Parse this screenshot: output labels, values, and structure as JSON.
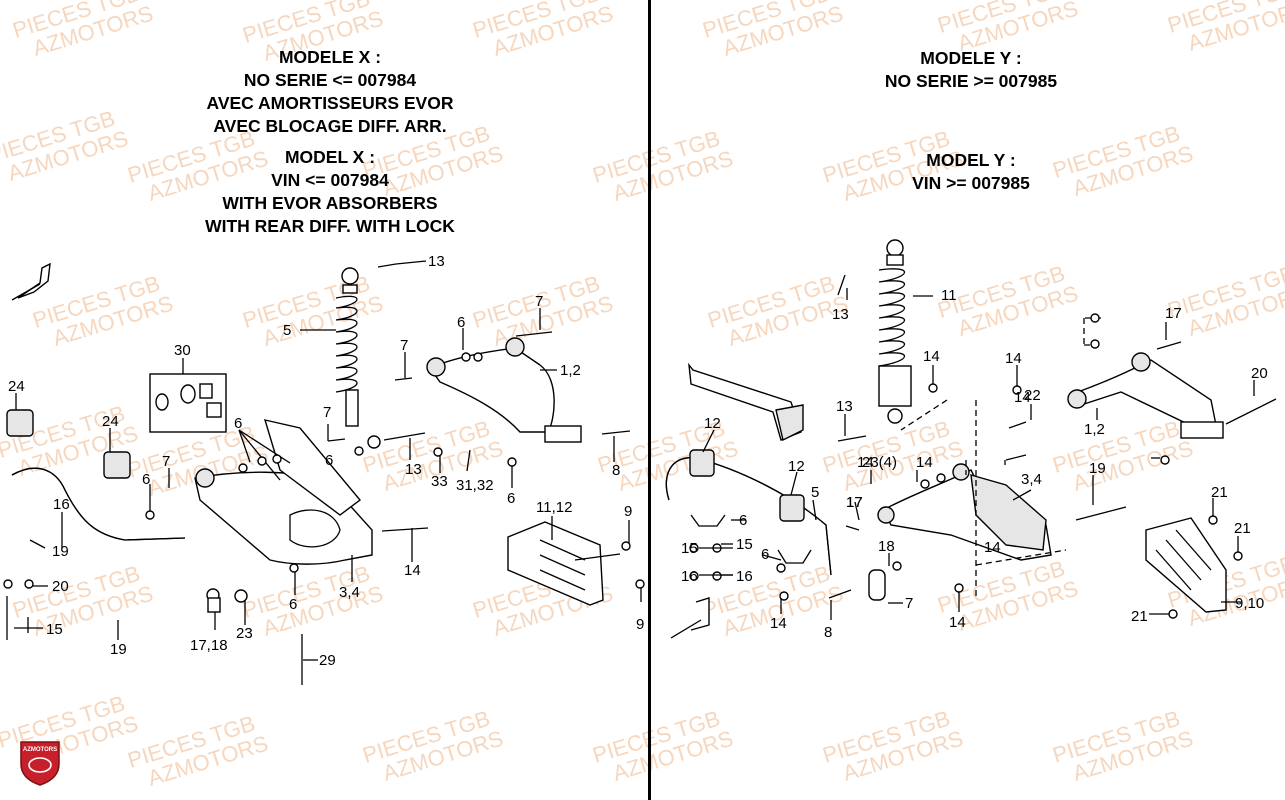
{
  "left_panel": {
    "title_fr": [
      "MODELE X :",
      "NO SERIE <= 007984",
      "AVEC AMORTISSEURS EVOR",
      "AVEC BLOCAGE DIFF. ARR."
    ],
    "title_en": [
      "MODEL X :",
      "VIN <= 007984",
      "WITH EVOR ABSORBERS",
      "WITH REAR DIFF. WITH LOCK"
    ]
  },
  "right_panel": {
    "title_fr": [
      "MODELE Y :",
      "NO SERIE >= 007985"
    ],
    "title_en": [
      "MODEL Y :",
      "VIN >= 007985"
    ]
  },
  "callouts_left": [
    "13",
    "5",
    "6",
    "7",
    "7",
    "1,2",
    "30",
    "24",
    "24",
    "6",
    "7",
    "6",
    "6",
    "7",
    "13",
    "33",
    "31,32",
    "6",
    "8",
    "16",
    "19",
    "20",
    "15",
    "19",
    "17,18",
    "23",
    "6",
    "3,4",
    "14",
    "29",
    "11,12",
    "9",
    "9"
  ],
  "callouts_right": [
    "13",
    "11",
    "14",
    "14",
    "17",
    "20",
    "13",
    "14",
    "22",
    "1,2",
    "12",
    "12",
    "14",
    "23(4)",
    "14",
    "17",
    "14",
    "19",
    "6",
    "5",
    "17",
    "3,4",
    "21",
    "15",
    "15",
    "16",
    "16",
    "6",
    "18",
    "21",
    "7",
    "14",
    "8",
    "14",
    "9,10",
    "21"
  ],
  "watermark": [
    "PIECES TGB",
    "AZMOTORS"
  ],
  "logo_text": "AZMOTORS",
  "colors": {
    "watermark": "#f3c9a8",
    "divider": "#000000",
    "logo_red": "#c8202a"
  }
}
